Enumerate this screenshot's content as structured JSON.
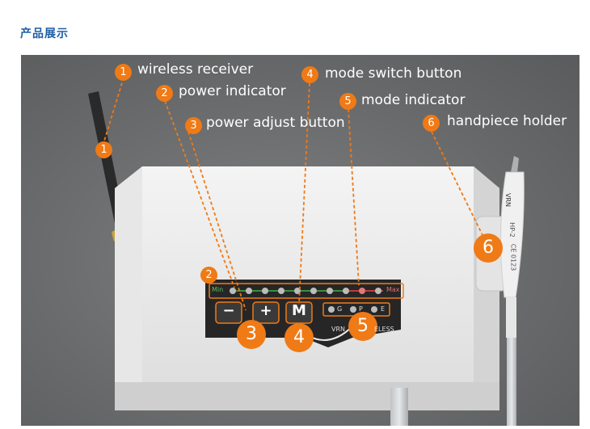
{
  "heading": "产品展示",
  "callouts": [
    {
      "number": "1",
      "label": "wireless receiver"
    },
    {
      "number": "2",
      "label": "power indicator"
    },
    {
      "number": "3",
      "label": "power adjust button"
    },
    {
      "number": "4",
      "label": "mode switch button"
    },
    {
      "number": "5",
      "label": "mode indicator"
    },
    {
      "number": "6",
      "label": "handpiece holder"
    }
  ],
  "device": {
    "min_label": "Min",
    "max_label": "Max",
    "minus_glyph": "−",
    "plus_glyph": "+",
    "mode_glyph": "M",
    "modes": [
      "G",
      "P",
      "E"
    ],
    "brand": "VRN",
    "brand_suffix": "ELESS",
    "handpiece_brand": "VRN",
    "handpiece_model": "HP-2",
    "handpiece_mark": "CE 0123"
  },
  "colors": {
    "accent": "#ef7a16",
    "heading": "#1e5ea8"
  }
}
